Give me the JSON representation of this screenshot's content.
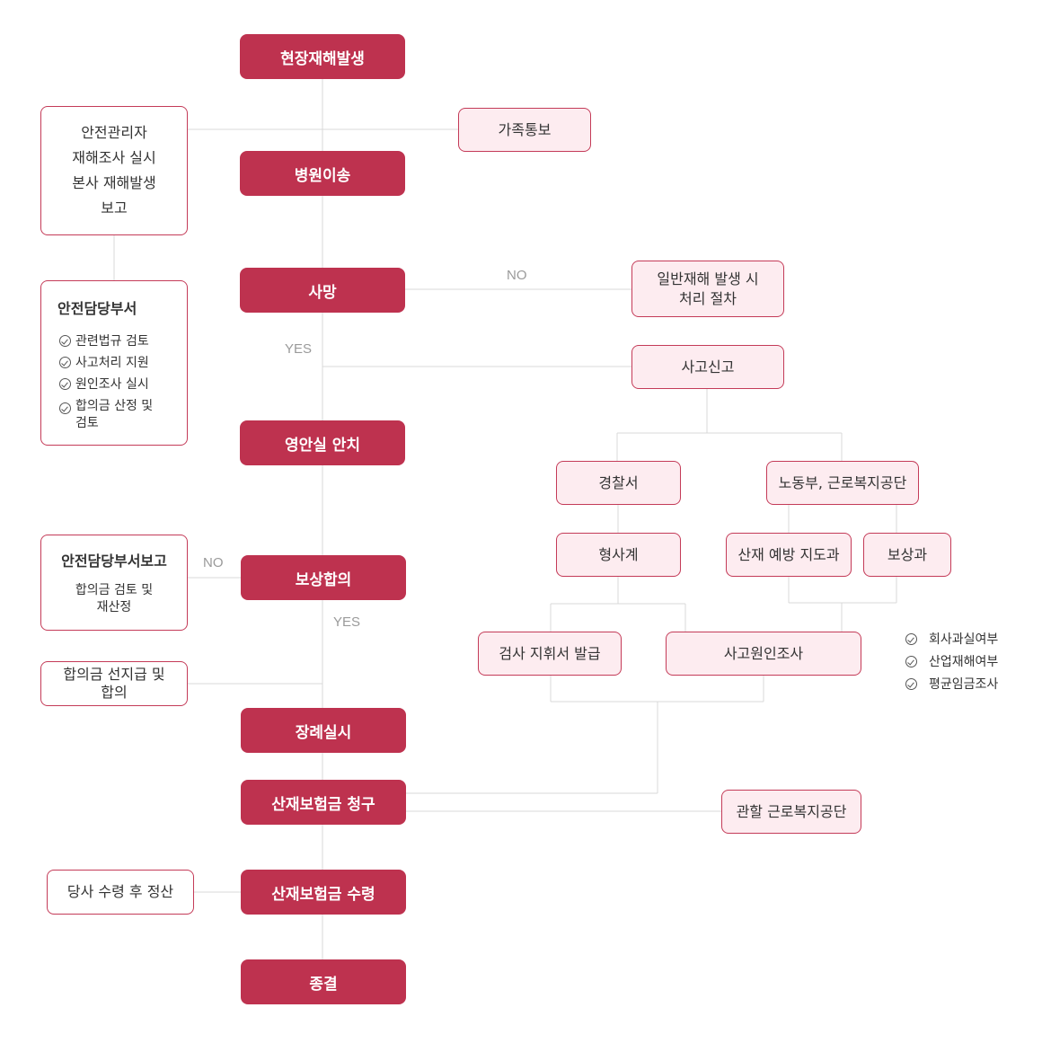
{
  "main_steps": {
    "occurrence": "현장재해발생",
    "hospital": "병원이송",
    "death": "사망",
    "mortuary": "영안실 안치",
    "compensation": "보상합의",
    "funeral": "장례실시",
    "claim": "산재보험금 청구",
    "receipt": "산재보험금 수령",
    "end": "종결"
  },
  "left": {
    "safety_manager": [
      "안전관리자",
      "재해조사 실시",
      "본사 재해발생",
      "보고"
    ],
    "safety_dept": {
      "title": "안전담당부서",
      "items": [
        "관련법규 검토",
        "사고처리 지원",
        "원인조사 실시",
        "합의금 산정 및 검토"
      ]
    },
    "dept_report": {
      "title": "안전담당부서보고",
      "sub": [
        "합의금 검토 및",
        "재산정"
      ]
    },
    "advance_payment": [
      "합의금 선지급 및",
      "합의"
    ],
    "settlement": "당사 수령 후 정산"
  },
  "right": {
    "family": "가족통보",
    "general": [
      "일반재해 발생 시",
      "처리 절차"
    ],
    "report": "사고신고",
    "police": "경찰서",
    "labor": "노동부, 근로복지공단",
    "criminal": "형사계",
    "prevention": "산재 예방 지도과",
    "compensation_div": "보상과",
    "prosecutor": "검사 지휘서 발급",
    "cause": "사고원인조사",
    "welfare": "관할 근로복지공단",
    "checks": [
      "회사과실여부",
      "산업재해여부",
      "평균임금조사"
    ]
  },
  "labels": {
    "no1": "NO",
    "yes1": "YES",
    "no2": "NO",
    "yes2": "YES"
  },
  "colors": {
    "primary": "#be324f",
    "light": "#fdecf0",
    "border": "#c43b58",
    "line": "#d9d9d9"
  }
}
